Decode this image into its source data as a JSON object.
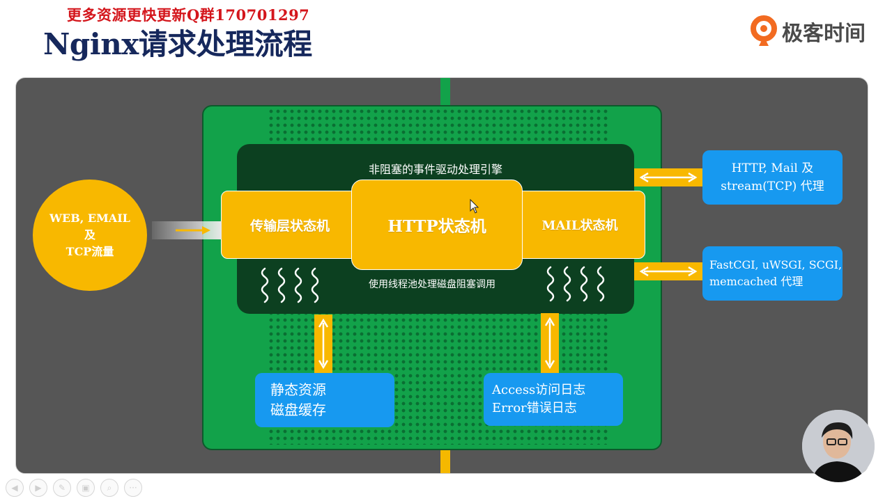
{
  "watermark": "更多资源更快更新Q群170701297",
  "page_title": "Nginx请求处理流程",
  "brand": {
    "name": "极客时间",
    "icon": "geek-time-logo",
    "accent": "#f26b21"
  },
  "colors": {
    "panel": "#565656",
    "green": "#12a24a",
    "dark_green": "#0c4020",
    "yellow": "#f8b800",
    "blue": "#1799f0",
    "title": "#16285c",
    "watermark": "#d4161c"
  },
  "diagram": {
    "input_traffic": {
      "line1": "WEB, EMAIL",
      "line2": "及",
      "line3": "TCP流量"
    },
    "engine_label": "非阻塞的事件驱动处理引擎",
    "thread_pool_label": "使用线程池处理磁盘阻塞调用",
    "state_machines": {
      "transport": "传输层状态机",
      "http": "HTTP状态机",
      "mail": "MAIL状态机"
    },
    "proxy_box": {
      "line1": "HTTP, Mail 及",
      "line2": "stream(TCP) 代理"
    },
    "cgi_box": {
      "line1": "FastCGI, uWSGI, SCGI,",
      "line2": "memcached 代理"
    },
    "static_box": {
      "line1": "静态资源",
      "line2": "磁盘缓存"
    },
    "log_box": {
      "line1": "Access访问日志",
      "line2": "Error错误日志"
    }
  },
  "controls": [
    {
      "icon": "previous-icon",
      "glyph": "◀"
    },
    {
      "icon": "next-icon",
      "glyph": "▶"
    },
    {
      "icon": "pen-icon",
      "glyph": "✎"
    },
    {
      "icon": "slides-icon",
      "glyph": "▣"
    },
    {
      "icon": "zoom-icon",
      "glyph": "⌕"
    },
    {
      "icon": "more-icon",
      "glyph": "···"
    }
  ]
}
